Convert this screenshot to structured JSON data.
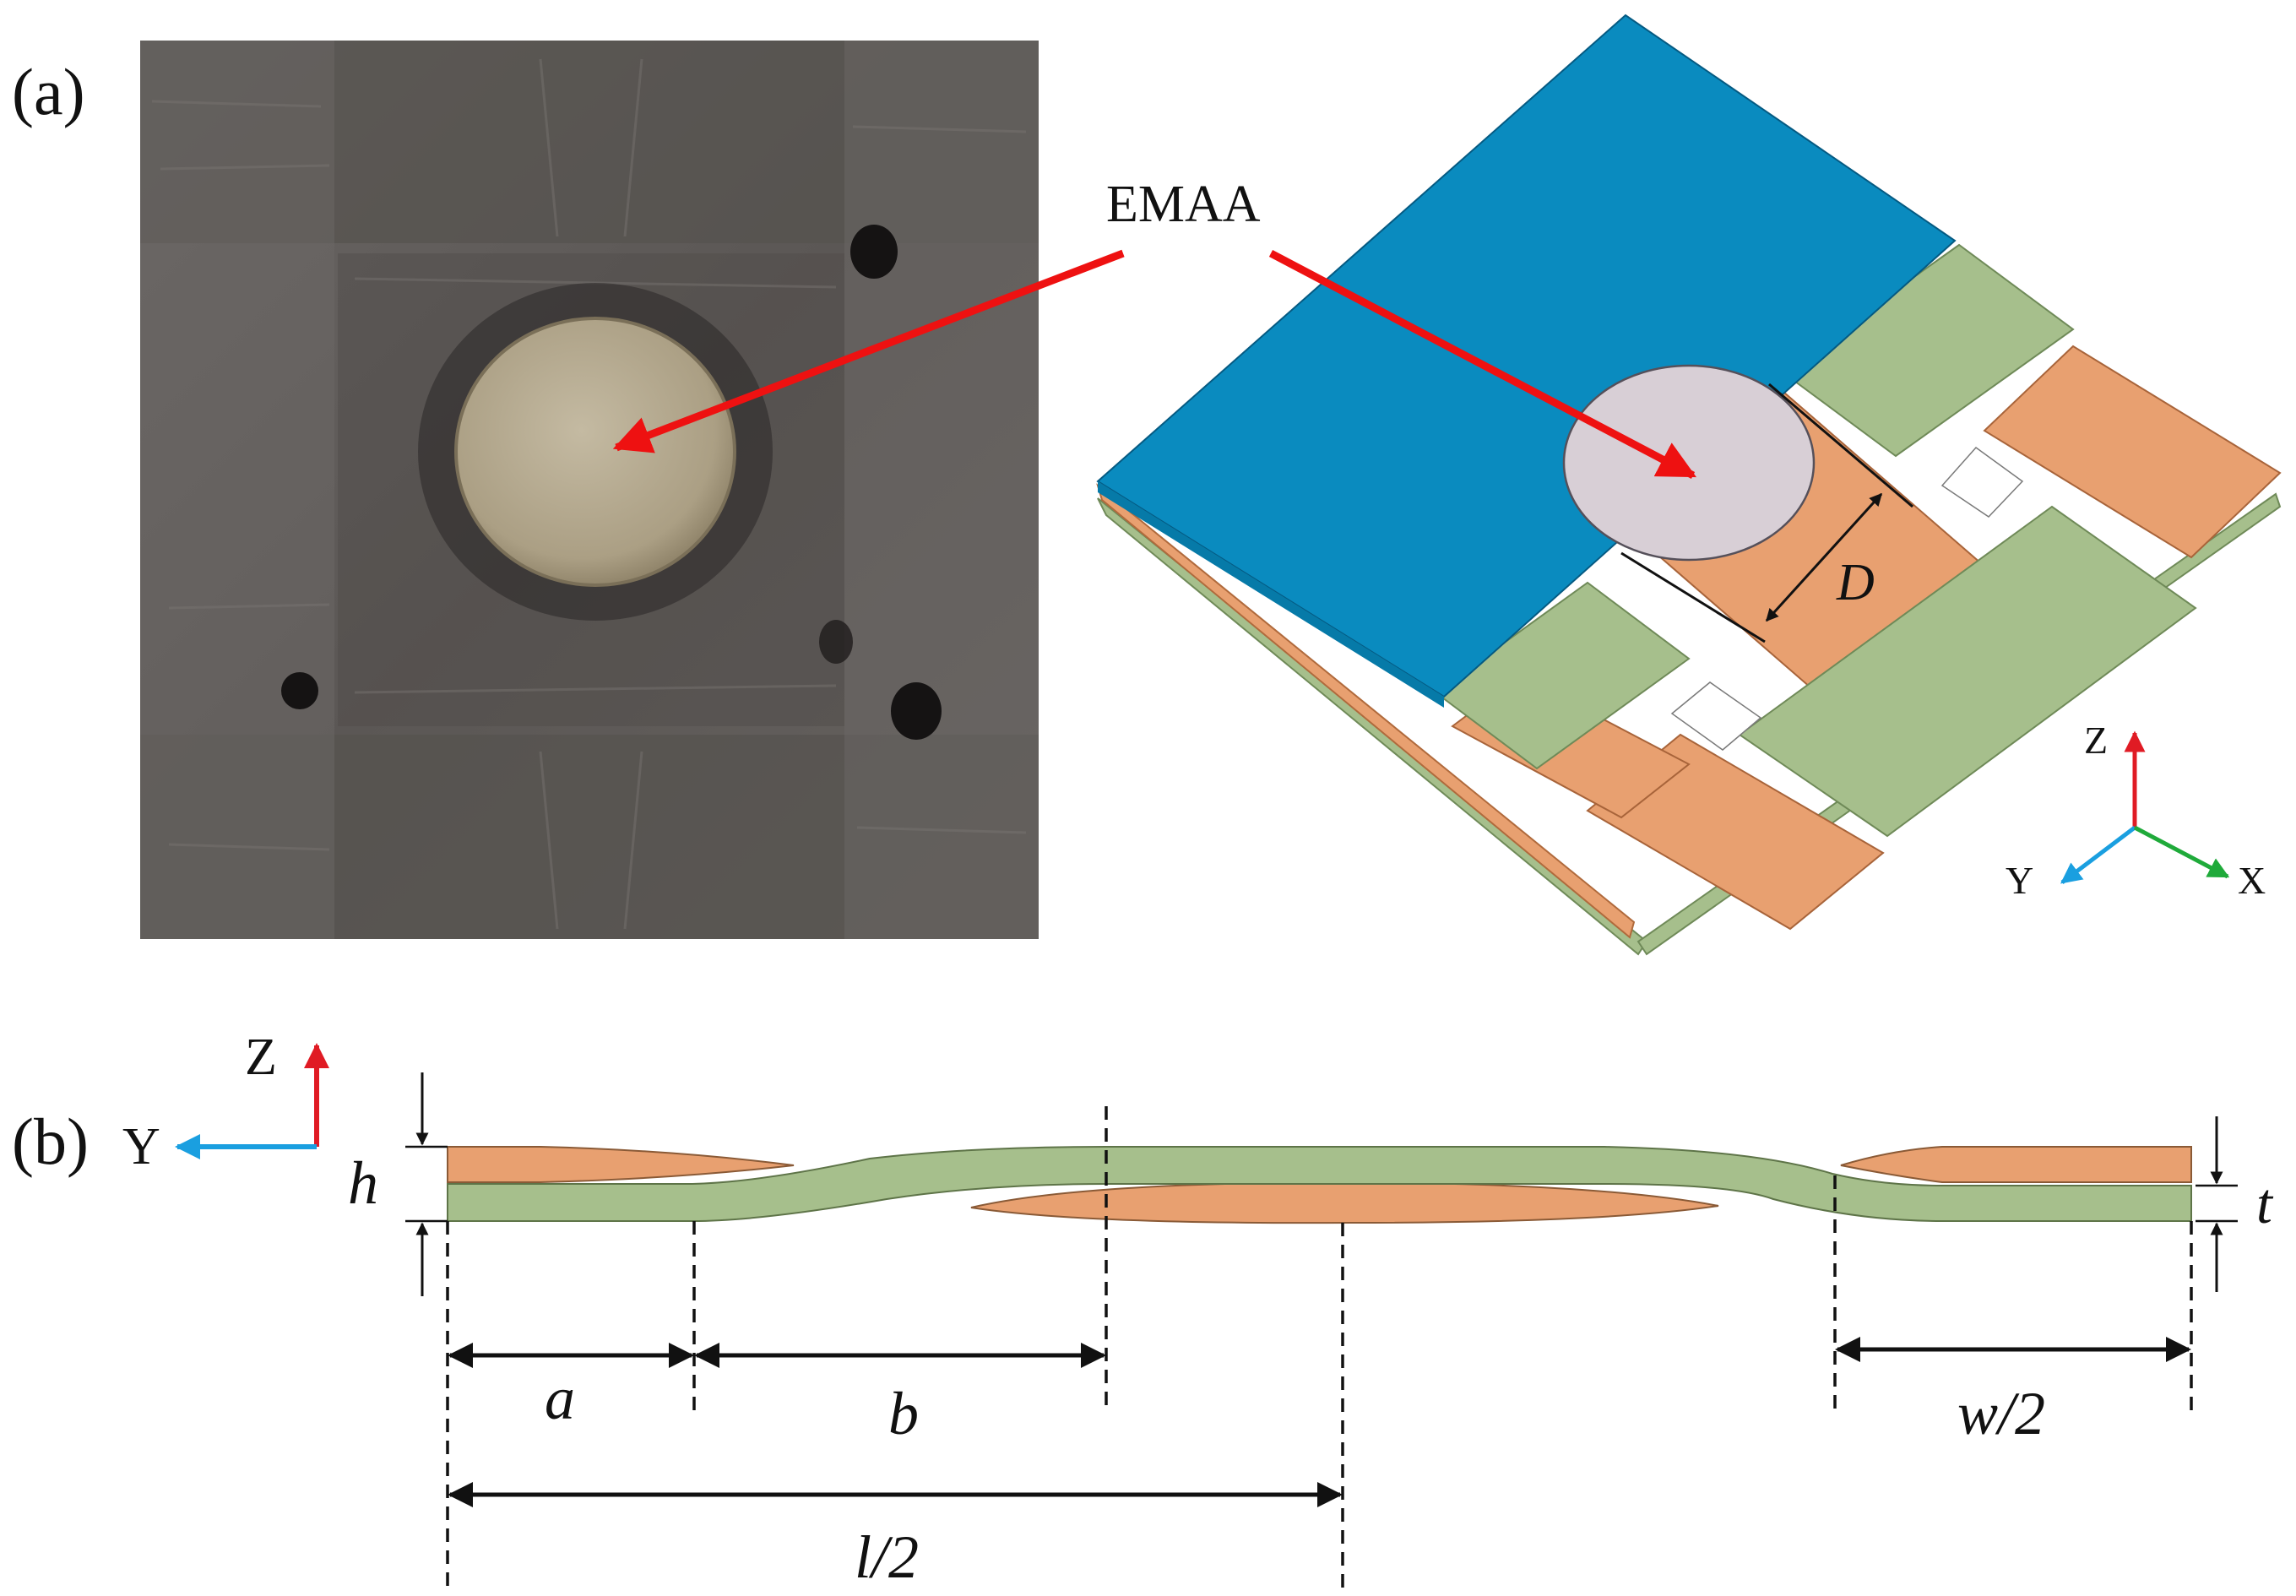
{
  "panel_a": {
    "label": "(a)",
    "callout": "EMAA",
    "dimension_label": "D",
    "axes": {
      "z": "Z",
      "y": "Y",
      "x": "X"
    }
  },
  "panel_b": {
    "label": "(b)",
    "axes": {
      "z": "Z",
      "y": "Y"
    },
    "dimensions": {
      "h": "h",
      "t": "t",
      "a": "a",
      "b": "b",
      "w_half": "w/2",
      "l_half": "l/2"
    }
  },
  "colors": {
    "blue_ply": "#0a8bbf",
    "green_yarn": "#a6bf8c",
    "orange_yarn": "#e8a070",
    "emaa_disc": "#d8cfd6",
    "callout_arrow": "#ee1111",
    "axis_z": "#e01b24",
    "axis_y": "#1a9fe0",
    "axis_x": "#1faa3a",
    "photo_background": "#5e5a58",
    "photo_disc": "#b4a98e"
  }
}
